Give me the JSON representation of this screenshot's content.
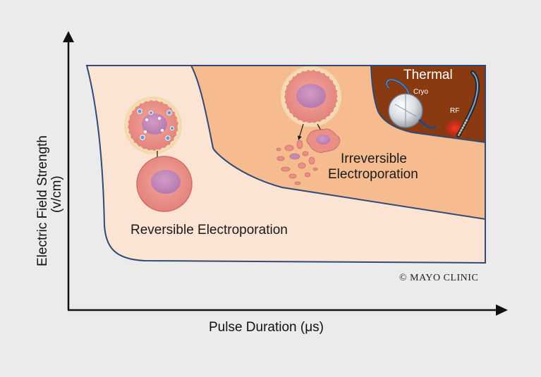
{
  "diagram": {
    "x_axis_label": "Pulse Duration (μs)",
    "y_axis_label_line1": "Electric Field Strength",
    "y_axis_label_line2": "(v/cm)",
    "regions": {
      "reversible": "Reversible Electroporation",
      "irreversible_line1": "Irreversible",
      "irreversible_line2": "Electroporation",
      "thermal": "Thermal"
    },
    "devices": {
      "cryo": "Cryo",
      "rf": "RF"
    },
    "copyright": "© MAYO CLINIC",
    "colors": {
      "background": "#ebebeb",
      "reversible_fill": "#fbe4d4",
      "irreversible_fill": "#f6bc8f",
      "thermal_fill": "#8a3a10",
      "border": "#2f4a78",
      "cell_fill": "#e98f86",
      "nucleus_fill": "#c38ab8"
    }
  }
}
